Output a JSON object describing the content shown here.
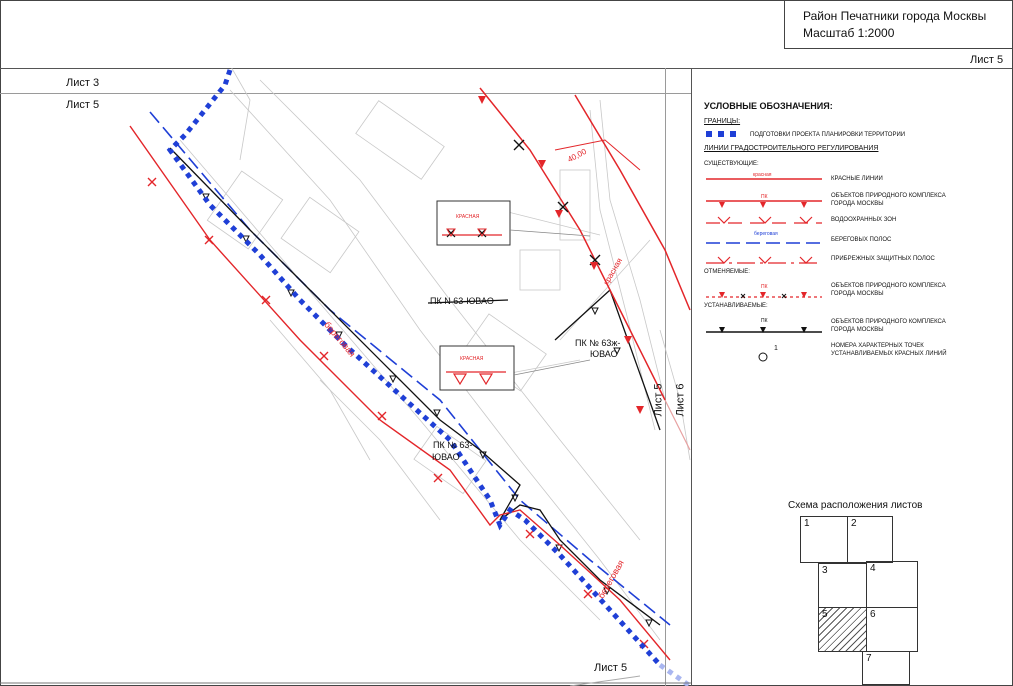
{
  "title_block": {
    "line1": "Район Печатники города Москвы",
    "line2": "Масштаб 1:2000",
    "sheet": "Лист 5"
  },
  "map": {
    "sheet_top": "Лист 3",
    "sheet_current": "Лист 5",
    "sheet_bottom": "Лист 5",
    "sheet_right_a": "Лист 5",
    "sheet_right_b": "Лист 6",
    "label_pk_struck": "ПК N 63-ЮВАО",
    "label_pk_63zh_1": "ПК № 63ж-",
    "label_pk_63zh_2": "ЮВАО",
    "label_pk_63_1": "ПК № 63-",
    "label_pk_63_2": "ЮВАО",
    "label_beregovaya_1": "береговая",
    "label_beregovaya_2": "береговая",
    "label_krasnaya": "красная",
    "label_dist": "40,00",
    "inset_krasnaya_1": "КРАСНАЯ",
    "inset_krasnaya_2": "КРАСНАЯ"
  },
  "legend": {
    "header": "УСЛОВНЫЕ ОБОЗНАЧЕНИЯ:",
    "boundaries": "ГРАНИЦЫ:",
    "boundary_item": "ПОДГОТОВКИ ПРОЕКТА ПЛАНИРОВКИ ТЕРРИТОРИИ",
    "lines_header": "ЛИНИИ ГРАДОСТРОИТЕЛЬНОГО РЕГУЛИРОВАНИЯ",
    "existing": "СУЩЕСТВУЮЩИЕ:",
    "red_lines": "КРАСНЫЕ ЛИНИИ",
    "red_mini": "красная",
    "natural_1": "ОБЪЕКТОВ ПРИРОДНОГО КОМПЛЕКСА",
    "natural_2": "ГОРОДА МОСКВЫ",
    "natural_mini": "ПК",
    "water": "ВОДООХРАННЫХ ЗОН",
    "shore": "БЕРЕГОВЫХ ПОЛОС",
    "shore_mini": "береговая",
    "coastal": "ПРИБРЕЖНЫХ ЗАЩИТНЫХ ПОЛОС",
    "cancelled": "ОТМЕНЯЕМЫЕ:",
    "cancel_natural_1": "ОБЪЕКТОВ ПРИРОДНОГО КОМПЛЕКСА",
    "cancel_natural_2": "ГОРОДА МОСКВЫ",
    "cancel_mini": "ПК",
    "established": "УСТАНАВЛИВАЕМЫЕ:",
    "est_natural_1": "ОБЪЕКТОВ ПРИРОДНОГО КОМПЛЕКСА",
    "est_natural_2": "ГОРОДА МОСКВЫ",
    "est_mini": "ПК",
    "point_num": "1",
    "points_1": "НОМЕРА ХАРАКТЕРНЫХ ТОЧЕК",
    "points_2": "УСТАНАВЛИВАЕМЫХ КРАСНЫХ ЛИНИЙ"
  },
  "scheme": {
    "title": "Схема расположения листов",
    "cells": [
      "1",
      "2",
      "3",
      "4",
      "5",
      "6",
      "7"
    ]
  },
  "colors": {
    "red": "#e3262a",
    "blue": "#1f3fd6",
    "navy": "#23339a",
    "gray": "#bdbdbd"
  }
}
